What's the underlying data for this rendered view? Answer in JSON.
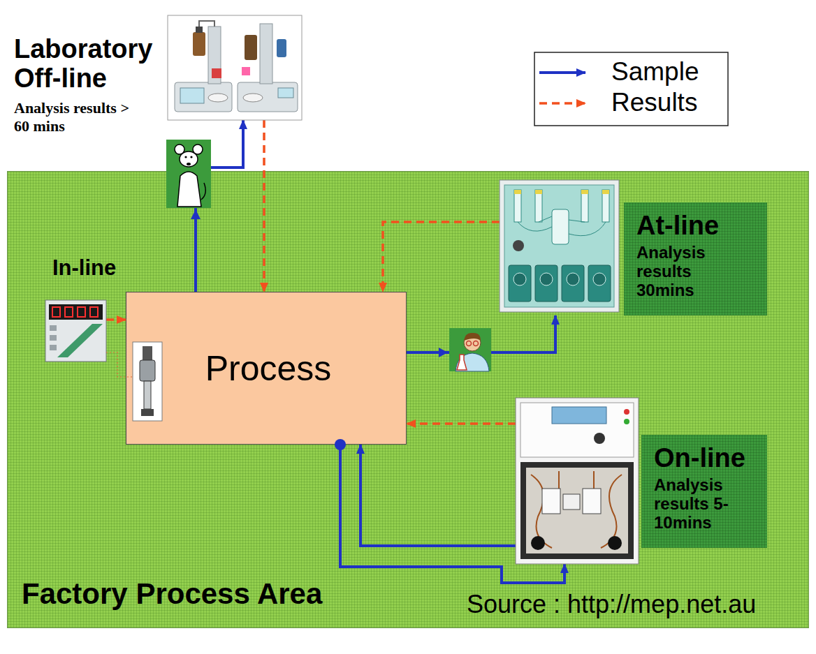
{
  "diagram": {
    "nodes": [
      {
        "text": [
          "Laboratory Off-line",
          "Analysis results > 60 mins"
        ]
      },
      {
        "text": [
          "Factory Process Area"
        ]
      },
      {
        "text": [
          "In-line"
        ],
        "in": 1
      },
      {
        "text": [
          "Process"
        ],
        "in": 1
      },
      {
        "text": [
          "At-line",
          "Analysis results 30mins"
        ],
        "in": 1
      },
      {
        "text": [
          "On-line",
          "Analysis results 5- 10mins"
        ],
        "in": 1
      }
    ],
    "edges": [
      {
        "from": 3,
        "to": 0,
        "arrow": "to"
      },
      {
        "from": 0,
        "to": 3,
        "arrow": "to"
      },
      {
        "from": 3,
        "to": 4,
        "arrow": "to"
      },
      {
        "from": 4,
        "to": 3,
        "arrow": "to"
      },
      {
        "from": 2,
        "to": 3,
        "arrow": "to"
      },
      {
        "from": 5,
        "to": 3,
        "arrow": "to"
      },
      {
        "from": 3,
        "to": 5,
        "arrow": "to"
      },
      {
        "from": 5,
        "to": 3,
        "arrow": "to"
      }
    ],
    "labels": [
      "Source : http://mep.net.au"
    ],
    "legend": [
      {
        "text": "Sample"
      },
      {
        "text": "Results"
      }
    ]
  }
}
